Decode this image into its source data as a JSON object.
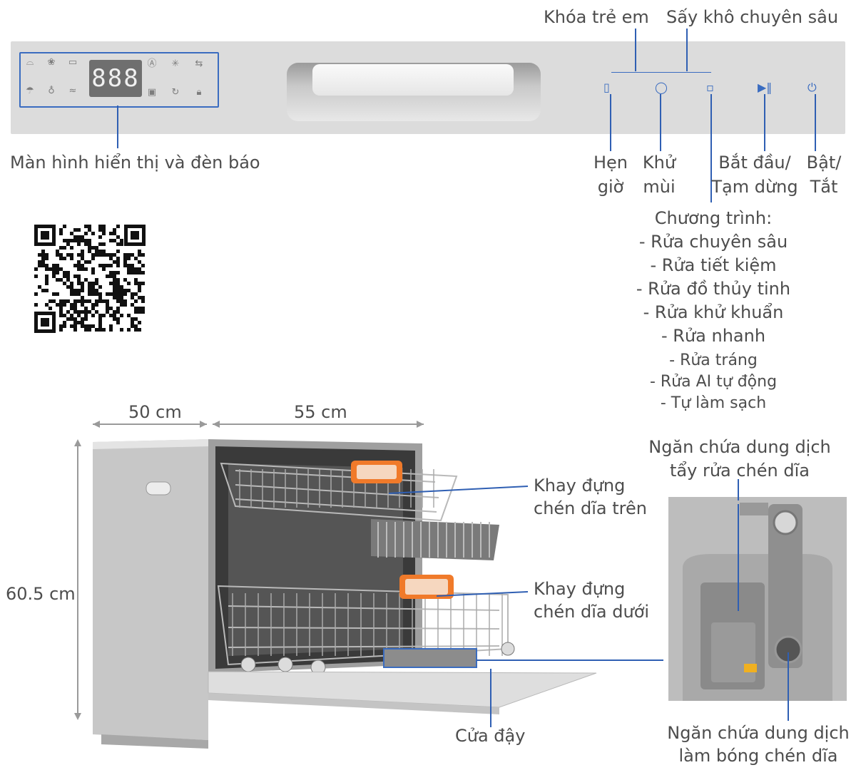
{
  "control_panel": {
    "display_value": "888",
    "labels": {
      "child_lock": "Khóa trẻ em",
      "deep_dry": "Sấy khô chuyên sâu",
      "display": "Màn hình hiển thị và đèn báo",
      "timer_l1": "Hẹn",
      "timer_l2": "giờ",
      "deodorize_l1": "Khử",
      "deodorize_l2": "mùi",
      "start_l1": "Bắt đầu/",
      "start_l2": "Tạm dừng",
      "power_l1": "Bật/",
      "power_l2": "Tắt"
    }
  },
  "programs": {
    "title": "Chương trình:",
    "items": [
      "- Rửa chuyên sâu",
      "- Rửa tiết kiệm",
      "- Rửa đồ thủy tinh",
      "- Rửa khử khuẩn",
      "- Rửa nhanh",
      "- Rửa tráng",
      "- Rửa AI tự động",
      "- Tự làm sạch"
    ]
  },
  "dimensions": {
    "depth": "50 cm",
    "width": "55 cm",
    "height": "60.5 cm"
  },
  "parts": {
    "upper_rack_l1": "Khay đựng",
    "upper_rack_l2": "chén dĩa trên",
    "lower_rack_l1": "Khay đựng",
    "lower_rack_l2": "chén dĩa dưới",
    "door": "Cửa đậy",
    "detergent_l1": "Ngăn chứa dung dịch",
    "detergent_l2": "tẩy rửa chén dĩa",
    "rinse_l1": "Ngăn chứa dung dịch",
    "rinse_l2": "làm bóng chén dĩa"
  },
  "colors": {
    "accent_line": "#2f5fb3",
    "panel": "#dcdcdc",
    "rack_tag": "#f07a2a"
  }
}
